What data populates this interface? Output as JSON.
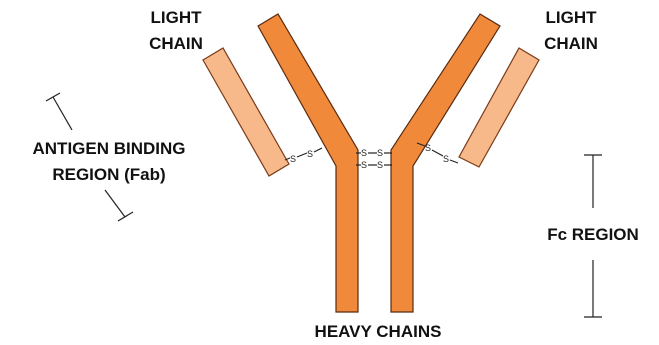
{
  "labels": {
    "light_chain_left_line1": "LIGHT",
    "light_chain_left_line2": "CHAIN",
    "light_chain_right_line1": "LIGHT",
    "light_chain_right_line2": "CHAIN",
    "antigen_line1": "ANTIGEN BINDING",
    "antigen_line2": "REGION (Fab)",
    "fc_region": "Fc REGION",
    "heavy_chains": "HEAVY CHAINS"
  },
  "disulfide": "S",
  "colors": {
    "heavy_chain": "#f0893a",
    "light_chain": "#f7b98a",
    "text": "#111111"
  }
}
